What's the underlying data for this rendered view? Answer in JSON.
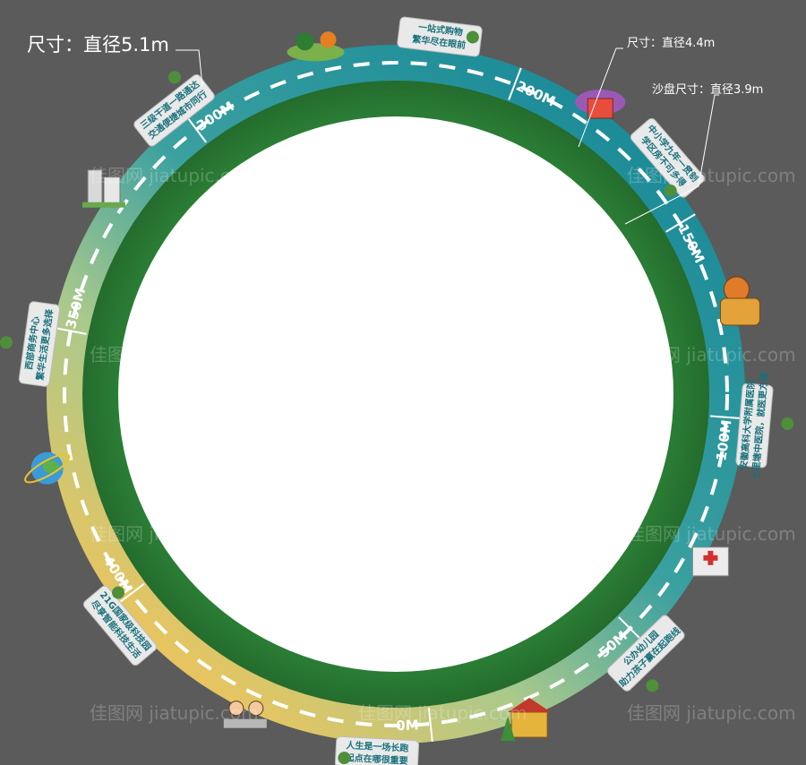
{
  "labels": {
    "outer_dim": "尺寸：直径5.1m",
    "mid_dim": "尺寸：直径4.4m",
    "sand_dim": "沙盘尺寸：直径3.9m"
  },
  "distance_markers": [
    {
      "text": "0M",
      "angle": 178
    },
    {
      "text": "50M",
      "angle": 139
    },
    {
      "text": "100M",
      "angle": 98
    },
    {
      "text": "150M",
      "angle": 63
    },
    {
      "text": "200M",
      "angle": 25
    },
    {
      "text": "300M",
      "angle": -33
    },
    {
      "text": "350M",
      "angle": -75
    },
    {
      "text": "400M",
      "angle": -123
    }
  ],
  "slogans": [
    {
      "lines": [
        "人生是一场长跑",
        "起点在哪很重要"
      ],
      "angle": 183
    },
    {
      "lines": [
        "公办幼儿园",
        "助力孩子赢在起跑线"
      ],
      "angle": 136
    },
    {
      "lines": [
        "安徽高科大学附属医院",
        "七里塘中医院，就医更方便"
      ],
      "angle": 95
    },
    {
      "lines": [
        "中小学九年一贯制",
        "学区房不可多得"
      ],
      "angle": 49
    },
    {
      "lines": [
        "一站式购物",
        "繁华尽在眼前"
      ],
      "angle": 7
    },
    {
      "lines": [
        "三级干道一路通达",
        "交通便捷城市同行"
      ],
      "angle": -38
    },
    {
      "lines": [
        "西部商务中心",
        "繁华生活更多选择"
      ],
      "angle": -82
    },
    {
      "lines": [
        "21G国家级科技园",
        "尽享智能科技生活"
      ],
      "angle": -130
    }
  ],
  "watermark": "佳图网 jiatupic.com",
  "colors": {
    "background": "#5b5b5b",
    "track_teal": "#1d8f9a",
    "track_green": "#8cbf8d",
    "track_yellow": "#e8c45a",
    "grass": "#2b7a35",
    "sand_table": "#ffffff"
  },
  "icons": [
    {
      "name": "school-building-icon",
      "angle": 158
    },
    {
      "name": "students-at-desk-icon",
      "angle": -155
    },
    {
      "name": "globe-airplane-icon",
      "angle": -102
    },
    {
      "name": "apartment-towers-icon",
      "angle": -55
    },
    {
      "name": "park-trees-icon",
      "angle": -13
    },
    {
      "name": "shopping-mall-icon",
      "angle": 35
    },
    {
      "name": "backpack-basketball-icon",
      "angle": 75
    },
    {
      "name": "hospital-building-icon",
      "angle": 118
    }
  ]
}
